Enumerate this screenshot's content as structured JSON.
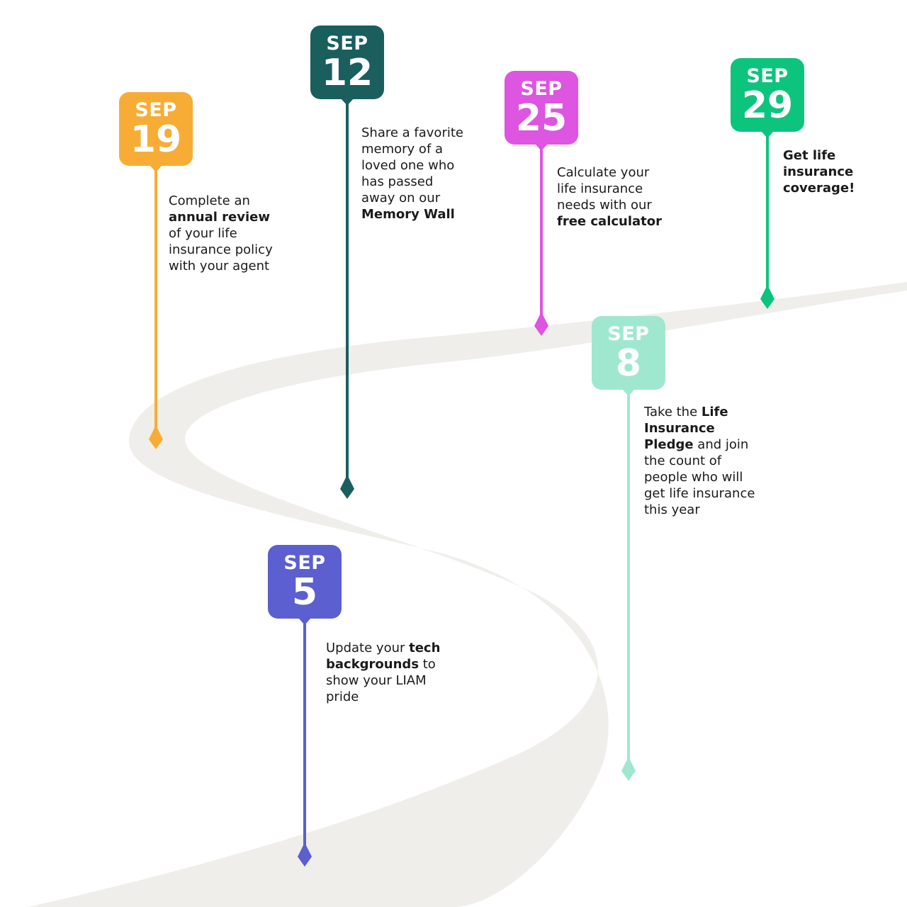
{
  "events": [
    {
      "id": "sep-5",
      "month": "SEP",
      "day": "5",
      "color": "#5b5fcf",
      "parts": [
        {
          "t": "Update your "
        },
        {
          "t": "tech\nbackgrounds",
          "b": true
        },
        {
          "t": " to\nshow your LIAM\npride"
        }
      ]
    },
    {
      "id": "sep-8",
      "month": "SEP",
      "day": "8",
      "color": "#9fe8cf",
      "parts": [
        {
          "t": "Take the "
        },
        {
          "t": "Life\nInsurance\nPledge",
          "b": true
        },
        {
          "t": " and join\nthe count of\npeople who will\nget life insurance\nthis year"
        }
      ]
    },
    {
      "id": "sep-12",
      "month": "SEP",
      "day": "12",
      "color": "#1a5e5e",
      "parts": [
        {
          "t": "Share a favorite\nmemory of a\nloved one who\nhas passed\naway on our\n"
        },
        {
          "t": "Memory Wall",
          "b": true
        }
      ]
    },
    {
      "id": "sep-19",
      "month": "SEP",
      "day": "19",
      "color": "#f7ad35",
      "parts": [
        {
          "t": "Complete an\n"
        },
        {
          "t": "annual review",
          "b": true
        },
        {
          "t": "\nof your life\ninsurance policy\nwith your agent"
        }
      ]
    },
    {
      "id": "sep-25",
      "month": "SEP",
      "day": "25",
      "color": "#dd55e0",
      "parts": [
        {
          "t": "Calculate your\nlife insurance\nneeds with our\n"
        },
        {
          "t": "free calculator",
          "b": true
        }
      ]
    },
    {
      "id": "sep-29",
      "month": "SEP",
      "day": "29",
      "color": "#0dc47e",
      "parts": [
        {
          "t": "Get life\ninsurance\ncoverage!",
          "b": true
        }
      ]
    }
  ],
  "colors": {
    "road": "#efeeea",
    "text": "#1a1a1a"
  }
}
